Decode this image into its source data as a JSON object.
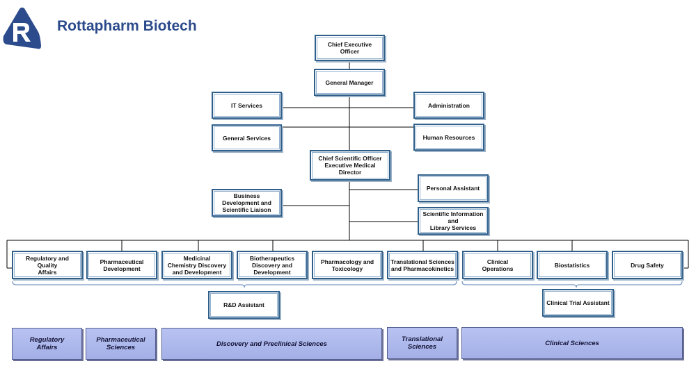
{
  "company": {
    "name": "Rottapharm Biotech"
  },
  "colors": {
    "brand": "#2b4a8b",
    "box_border": "#2f5f8a",
    "area_fill": "#a8b4ec",
    "connector": "#000000",
    "bracket": "#5a7fb5"
  },
  "icons": {
    "logo": "rottapharm-r-logo"
  },
  "org": {
    "ceo": "Chief Executive Officer",
    "gm": "General Manager",
    "it_services": "IT Services",
    "administration": "Administration",
    "general_services": "General Services",
    "human_resources": "Human Resources",
    "cso": "Chief Scientific Officer\nExecutive Medical Director",
    "business_dev": "Business\nDevelopment and\nScientific Liaison",
    "personal_assistant": "Personal Assistant",
    "scientific_info": "Scientific Information\nand\nLibrary Services"
  },
  "departments": [
    "Regulatory and Quality\nAffairs",
    "Pharmaceutical\nDevelopment",
    "Medicinal\nChemistry Discovery\nand Development",
    "Biotherapeutics\nDiscovery and\nDevelopment",
    "Pharmacology and\nToxicology",
    "Translational Sciences\nand Pharmacokinetics",
    "Clinical\nOperations",
    "Biostatistics",
    "Drug Safety"
  ],
  "assistants": {
    "rd": "R&D Assistant",
    "clinical_trial": "Clinical Trial Assistant"
  },
  "areas": [
    "Regulatory\nAffairs",
    "Pharmaceutical\nSciences",
    "Discovery and Preclinical Sciences",
    "Translational\nSciences",
    "Clinical Sciences"
  ]
}
